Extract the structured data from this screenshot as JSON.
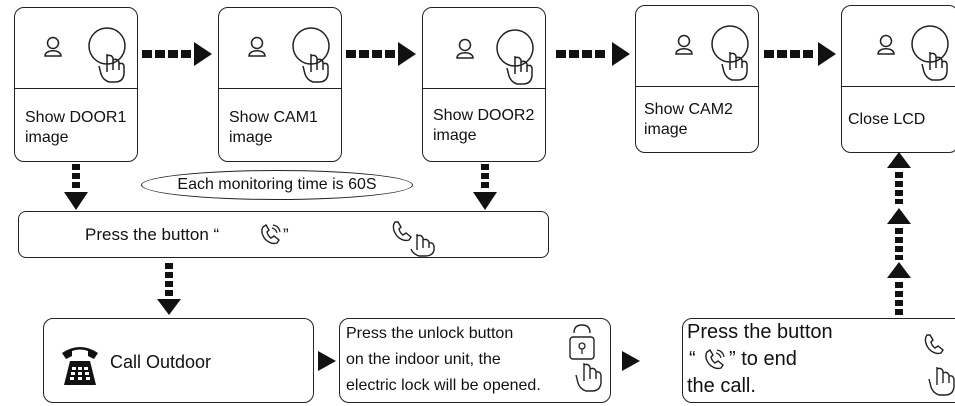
{
  "screens": [
    {
      "id": "door1",
      "label": "Show DOOR1\nimage"
    },
    {
      "id": "cam1",
      "label": "Show  CAM1\nimage"
    },
    {
      "id": "door2",
      "label": "Show DOOR2\nimage"
    },
    {
      "id": "cam2",
      "label": "Show CAM2\nimage"
    },
    {
      "id": "close",
      "label": "Close LCD"
    }
  ],
  "monitor_note": "Each monitoring time is 60S",
  "press_button": {
    "prefix": "Press the button “",
    "suffix": "”"
  },
  "call_outdoor": "Call Outdoor",
  "unlock_text": "Press the unlock button\non the indoor unit, the\nelectric lock will be opened.",
  "end_call": {
    "line1": "Press the button",
    "line2_prefix": "“",
    "line2_suffix": " ” to end",
    "line3": "the call."
  }
}
